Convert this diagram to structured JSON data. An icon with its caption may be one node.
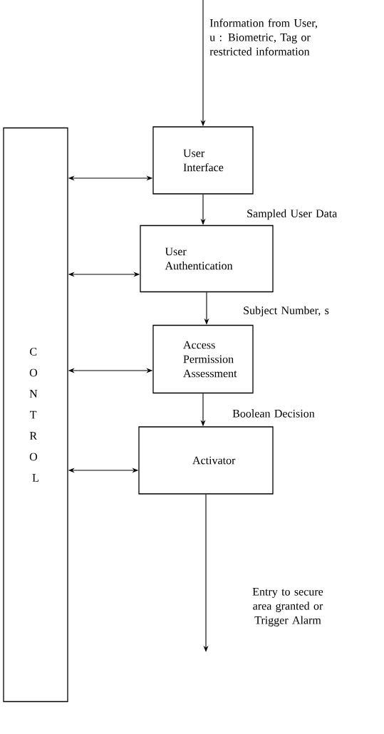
{
  "diagram": {
    "nodes": [
      {
        "text": [
          "CONTROL"
        ]
      },
      {
        "text": [
          "User Interface"
        ]
      },
      {
        "text": [
          "User Authentication"
        ]
      },
      {
        "text": [
          "Access Permission Assessment"
        ]
      },
      {
        "text": [
          "Activator"
        ]
      }
    ],
    "edges": [
      {
        "from": null,
        "to": 1,
        "arrow": "to",
        "label": "Information from User, u : Biometric, Tag or restricted information"
      },
      {
        "from": 1,
        "to": 2,
        "arrow": "to",
        "label": "Sampled User Data"
      },
      {
        "from": 2,
        "to": 3,
        "arrow": "to",
        "label": "Subject Number, s"
      },
      {
        "from": 3,
        "to": 4,
        "arrow": "to",
        "label": "Boolean Decision"
      },
      {
        "from": 4,
        "to": null,
        "arrow": "to",
        "label": "Entry to secure area granted or Trigger Alarm"
      },
      {
        "from": 0,
        "to": 1,
        "arrow": "both"
      },
      {
        "from": 0,
        "to": 2,
        "arrow": "both"
      },
      {
        "from": 0,
        "to": 3,
        "arrow": "both"
      },
      {
        "from": 0,
        "to": 4,
        "arrow": "both"
      }
    ]
  }
}
